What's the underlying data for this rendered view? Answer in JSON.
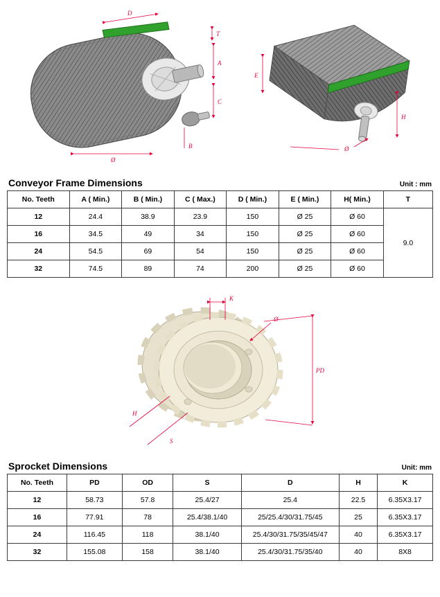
{
  "frame": {
    "title": "Conveyor Frame Dimensions",
    "unit": "Unit : mm",
    "headers": [
      "No. Teeth",
      "A ( Min.)",
      "B ( Min.)",
      "C ( Max.)",
      "D ( Min.)",
      "E ( Min.)",
      "H( Min.)",
      "T"
    ],
    "rows": [
      [
        "12",
        "24.4",
        "38.9",
        "23.9",
        "150",
        "Ø 25",
        "Ø 60"
      ],
      [
        "16",
        "34.5",
        "49",
        "34",
        "150",
        "Ø 25",
        "Ø 60"
      ],
      [
        "24",
        "54.5",
        "69",
        "54",
        "150",
        "Ø 25",
        "Ø 60"
      ],
      [
        "32",
        "74.5",
        "89",
        "74",
        "200",
        "Ø 25",
        "Ø 60"
      ]
    ],
    "t_value": "9.0"
  },
  "sprocket": {
    "title": "Sprocket Dimensions",
    "unit": "Unit: mm",
    "headers": [
      "No. Teeth",
      "PD",
      "OD",
      "S",
      "D",
      "H",
      "K"
    ],
    "rows": [
      [
        "12",
        "58.73",
        "57.8",
        "25.4/27",
        "25.4",
        "22.5",
        "6.35X3.17"
      ],
      [
        "16",
        "77.91",
        "78",
        "25.4/38.1/40",
        "25/25.4/30/31.75/45",
        "25",
        "6.35X3.17"
      ],
      [
        "24",
        "116.45",
        "118",
        "38.1/40",
        "25.4/30/31.75/35/45/47",
        "40",
        "6.35X3.17"
      ],
      [
        "32",
        "155.08",
        "158",
        "38.1/40",
        "25.4/30/31.75/35/40",
        "40",
        "8X8"
      ]
    ]
  },
  "illustrations": {
    "colors": {
      "belt": "#8b8b8b",
      "belt_dark": "#5f5f5f",
      "strip_green": "#2fa12c",
      "dimension_red": "#e8003c",
      "sprocket_ivory": "#f2ecda"
    },
    "conveyor_left": {
      "labels": {
        "d": "D",
        "t": "T",
        "a": "A",
        "c": "C",
        "b": "B",
        "dia": "Ø"
      }
    },
    "conveyor_right": {
      "labels": {
        "e": "E",
        "h": "H",
        "dia": "Ø"
      }
    },
    "sprocket_view": {
      "labels": {
        "k": "K",
        "dia": "Ø",
        "pd": "PD",
        "h": "H",
        "s": "S"
      }
    }
  }
}
